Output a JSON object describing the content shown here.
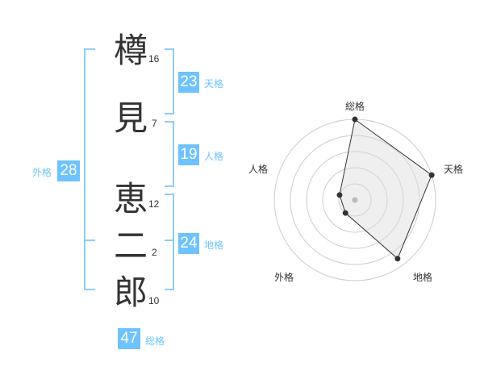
{
  "name": {
    "chars": [
      {
        "char": "樽",
        "strokes": "16"
      },
      {
        "char": "見",
        "strokes": "7"
      },
      {
        "char": "恵",
        "strokes": "12"
      },
      {
        "char": "二",
        "strokes": "2"
      },
      {
        "char": "郎",
        "strokes": "10"
      }
    ]
  },
  "fortune": {
    "tenkaku": {
      "value": "23",
      "label": "天格"
    },
    "jinkaku": {
      "value": "19",
      "label": "人格"
    },
    "chikaku": {
      "value": "24",
      "label": "地格"
    },
    "gaikaku": {
      "value": "28",
      "label": "外格"
    },
    "soukaku": {
      "value": "47",
      "label": "総格"
    }
  },
  "colors": {
    "accent": "#6ec3ff",
    "bracket": "#8fcdf8",
    "text": "#333333"
  },
  "chart_data": {
    "type": "radar",
    "axes": [
      "総格",
      "天格",
      "地格",
      "外格",
      "人格"
    ],
    "max": 5,
    "values": [
      5,
      5,
      4.5,
      1,
      1
    ]
  }
}
